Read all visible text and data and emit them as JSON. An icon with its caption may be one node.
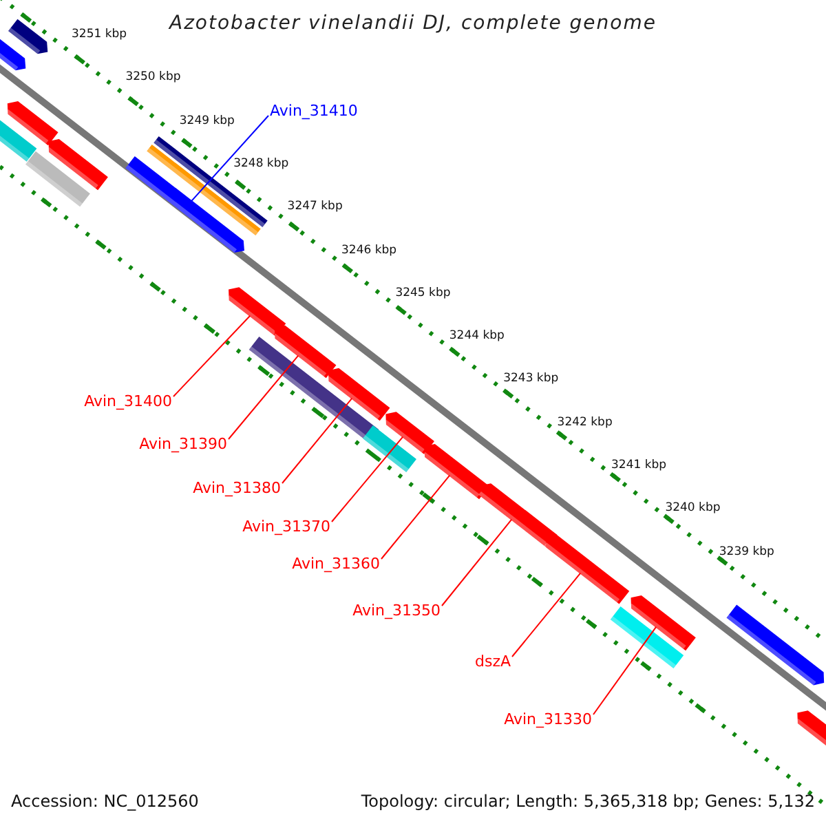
{
  "diagram": {
    "title": "Azotobacter vinelandii DJ, complete genome",
    "nodes": [
      {
        "text": [
          "Avin_31410"
        ]
      },
      {
        "text": [
          "Avin_31400"
        ]
      },
      {
        "text": [
          "Avin_31390"
        ]
      },
      {
        "text": [
          "Avin_31380"
        ]
      },
      {
        "text": [
          "Avin_31370"
        ]
      },
      {
        "text": [
          "Avin_31360"
        ]
      },
      {
        "text": [
          "Avin_31350"
        ]
      },
      {
        "text": [
          "dszA"
        ]
      },
      {
        "text": [
          "Avin_31330"
        ]
      },
      {
        "text": [],
        "shape": "arrow"
      },
      {
        "text": [],
        "shape": "arrow"
      },
      {
        "text": [],
        "shape": "arrow"
      },
      {
        "text": [],
        "shape": "bar"
      },
      {
        "text": [],
        "shape": "arrow"
      },
      {
        "text": [],
        "shape": "bar"
      },
      {
        "text": [],
        "shape": "bar"
      },
      {
        "text": [],
        "shape": "bar"
      },
      {
        "text": [],
        "shape": "arrow"
      },
      {
        "text": [],
        "shape": "arrow"
      },
      {
        "text": [],
        "shape": "arrow"
      },
      {
        "text": [],
        "shape": "bar"
      },
      {
        "text": [],
        "shape": "arrow"
      },
      {
        "text": [],
        "shape": "arrow"
      },
      {
        "text": [],
        "shape": "bar"
      },
      {
        "text": [],
        "shape": "arrow"
      },
      {
        "text": [],
        "shape": "arrow"
      },
      {
        "text": [],
        "shape": "arrow"
      },
      {
        "text": [],
        "shape": "arrow"
      },
      {
        "text": [],
        "shape": "bar"
      },
      {
        "text": [],
        "shape": "arrow"
      },
      {
        "text": [],
        "shape": "arrow"
      }
    ],
    "edges": [
      {
        "from": 0,
        "to": 17,
        "arrow": "none",
        "color": "#0000ff"
      },
      {
        "from": 1,
        "to": 18,
        "arrow": "none"
      },
      {
        "from": 2,
        "to": 19,
        "arrow": "none"
      },
      {
        "from": 3,
        "to": 21,
        "arrow": "none"
      },
      {
        "from": 4,
        "to": 22,
        "arrow": "none"
      },
      {
        "from": 5,
        "to": 24,
        "arrow": "none"
      },
      {
        "from": 6,
        "to": 25,
        "arrow": "none"
      },
      {
        "from": 7,
        "to": 26,
        "arrow": "none"
      },
      {
        "from": 8,
        "to": 27,
        "arrow": "none"
      }
    ],
    "labels": [
      "3251 kbp",
      "3250 kbp",
      "3249 kbp",
      "3248 kbp",
      "3247 kbp",
      "3246 kbp",
      "3245 kbp",
      "3244 kbp",
      "3243 kbp",
      "3242 kbp",
      "3241 kbp",
      "3240 kbp",
      "3239 kbp",
      "Accession: NC_012560",
      "Topology: circular; Length: 5,365,318 bp; Genes: 5,132"
    ]
  }
}
